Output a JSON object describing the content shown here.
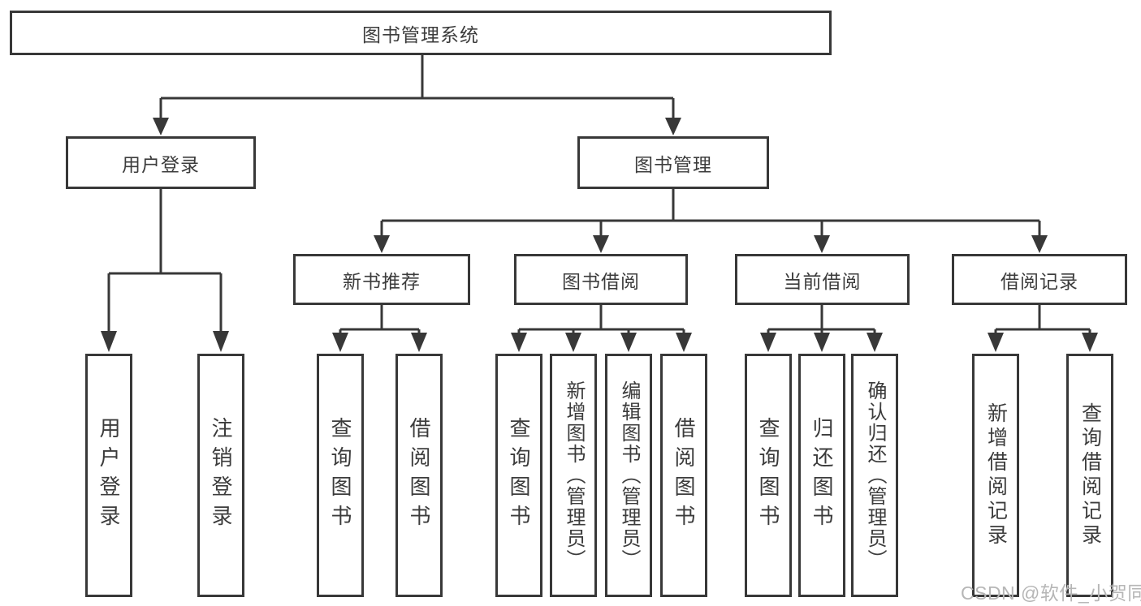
{
  "diagram": {
    "root": {
      "label": "图书管理系统",
      "children": [
        {
          "label": "用户登录",
          "children": [
            {
              "label": "用户登录"
            },
            {
              "label": "注销登录"
            }
          ]
        },
        {
          "label": "图书管理",
          "children": [
            {
              "label": "新书推荐",
              "children": [
                {
                  "label": "查询图书"
                },
                {
                  "label": "借阅图书"
                }
              ]
            },
            {
              "label": "图书借阅",
              "children": [
                {
                  "label": "查询图书"
                },
                {
                  "label": "新增图书（管理员）"
                },
                {
                  "label": "编辑图书（管理员）"
                },
                {
                  "label": "借阅图书"
                }
              ]
            },
            {
              "label": "当前借阅",
              "children": [
                {
                  "label": "查询图书"
                },
                {
                  "label": "归还图书"
                },
                {
                  "label": "确认归还（管理员）"
                }
              ]
            },
            {
              "label": "借阅记录",
              "children": [
                {
                  "label": "新增借阅记录"
                },
                {
                  "label": "查询借阅记录"
                }
              ]
            }
          ]
        }
      ]
    }
  },
  "watermark": "CSDN @软件_小贺同学",
  "colors": {
    "line": "#383838",
    "box_border": "#383838",
    "text": "#3c3c3c",
    "watermark": "#b6b6b6",
    "background": "#ffffff"
  }
}
